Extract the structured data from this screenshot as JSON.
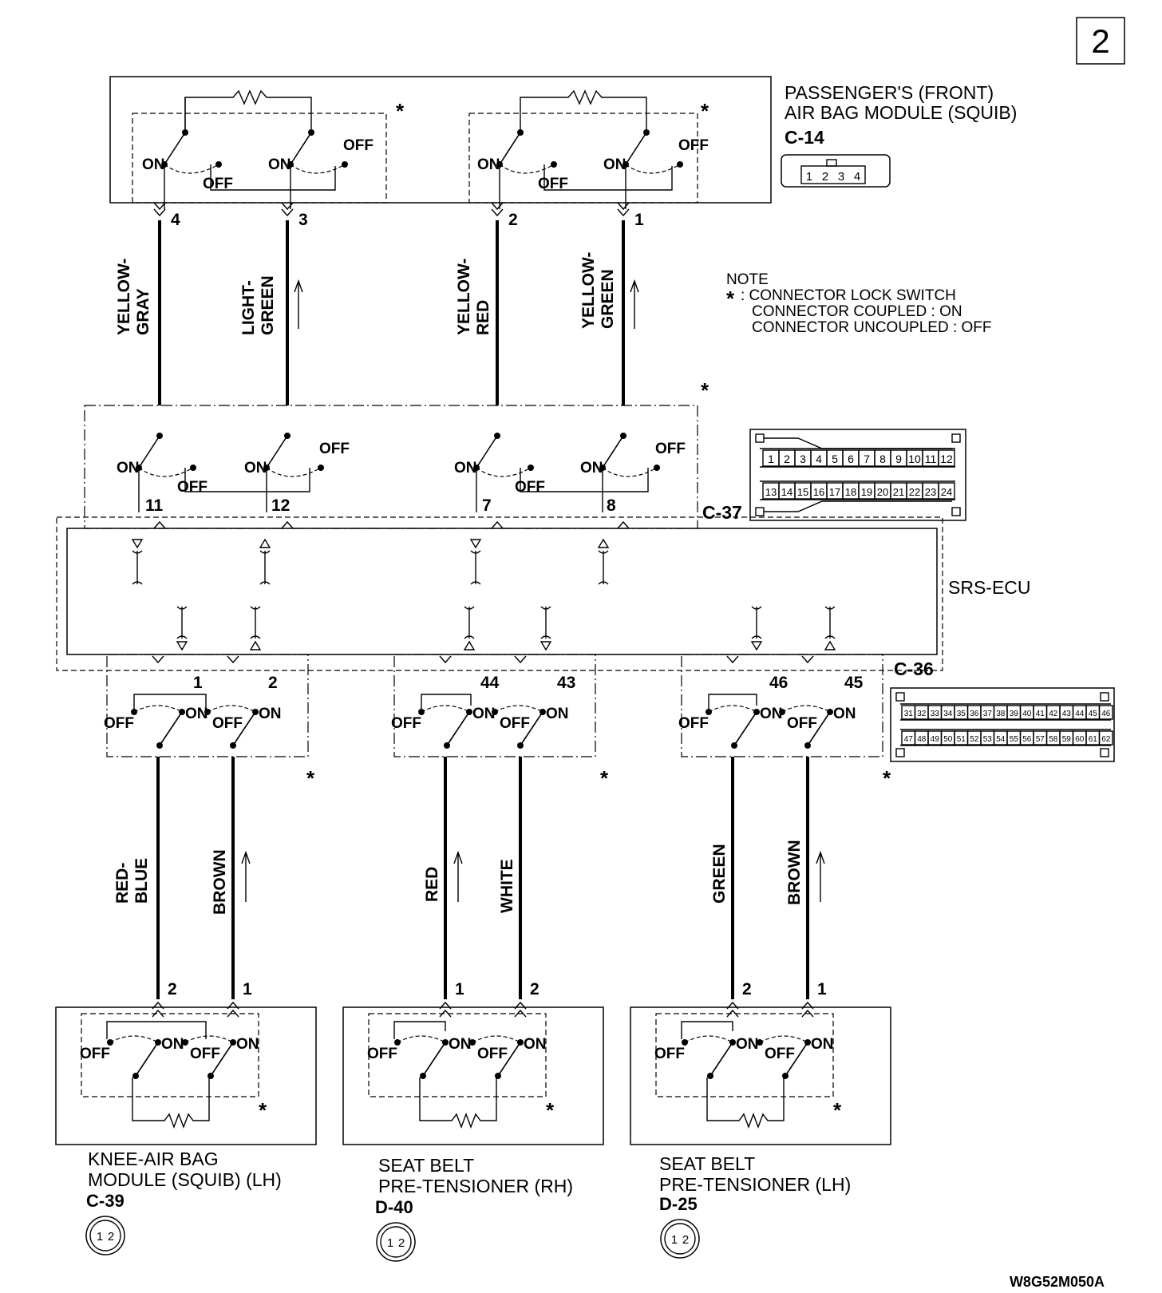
{
  "page_number": "2",
  "figure_code": "W8G52M050A",
  "note": {
    "title": "NOTE",
    "star": "*",
    "line1": ": CONNECTOR LOCK SWITCH",
    "line2": "CONNECTOR COUPLED : ON",
    "line3": "CONNECTOR UNCOUPLED : OFF"
  },
  "star": "*",
  "labels": {
    "on": "ON",
    "off": "OFF"
  },
  "passenger_module": {
    "name_line1": "PASSENGER'S (FRONT)",
    "name_line2": "AIR BAG MODULE (SQUIB)",
    "connector": "C-14",
    "pins": [
      "1",
      "2",
      "3",
      "4"
    ]
  },
  "upper_wires": [
    {
      "pin_top": "4",
      "pin_bottom": "11",
      "color1": "YELLOW-",
      "color2": "GRAY",
      "arrow": false
    },
    {
      "pin_top": "3",
      "pin_bottom": "12",
      "color1": "LIGHT-",
      "color2": "GREEN",
      "arrow": true
    },
    {
      "pin_top": "2",
      "pin_bottom": "7",
      "color1": "YELLOW-",
      "color2": "RED",
      "arrow": false
    },
    {
      "pin_top": "1",
      "pin_bottom": "8",
      "color1": "YELLOW-",
      "color2": "GREEN",
      "arrow": true
    }
  ],
  "ecu": {
    "name": "SRS-ECU",
    "connector_top": "C-37",
    "connector_bottom": "C-36",
    "c37_row1": [
      "1",
      "2",
      "3",
      "4",
      "5",
      "6",
      "7",
      "8",
      "9",
      "10",
      "11",
      "12"
    ],
    "c37_row2": [
      "13",
      "14",
      "15",
      "16",
      "17",
      "18",
      "19",
      "20",
      "21",
      "22",
      "23",
      "24"
    ],
    "c36_row1": [
      "31",
      "32",
      "33",
      "34",
      "35",
      "36",
      "37",
      "38",
      "39",
      "40",
      "41",
      "42",
      "43",
      "44",
      "45",
      "46"
    ],
    "c36_row2": [
      "47",
      "48",
      "49",
      "50",
      "51",
      "52",
      "53",
      "54",
      "55",
      "56",
      "57",
      "58",
      "59",
      "60",
      "61",
      "62"
    ]
  },
  "lower_wires": [
    {
      "pin_ecu": "1",
      "pin_dev": "2",
      "color1": "RED-",
      "color2": "BLUE",
      "arrow": false
    },
    {
      "pin_ecu": "2",
      "pin_dev": "1",
      "color1": "BROWN",
      "color2": "",
      "arrow": true
    },
    {
      "pin_ecu": "44",
      "pin_dev": "1",
      "color1": "RED",
      "color2": "",
      "arrow": true
    },
    {
      "pin_ecu": "43",
      "pin_dev": "2",
      "color1": "WHITE",
      "color2": "",
      "arrow": false
    },
    {
      "pin_ecu": "46",
      "pin_dev": "2",
      "color1": "GREEN",
      "color2": "",
      "arrow": false
    },
    {
      "pin_ecu": "45",
      "pin_dev": "1",
      "color1": "BROWN",
      "color2": "",
      "arrow": true
    }
  ],
  "devices": [
    {
      "line1": "KNEE-AIR BAG",
      "line2": "MODULE (SQUIB) (LH)",
      "connector": "C-39"
    },
    {
      "line1": "SEAT BELT",
      "line2": "PRE-TENSIONER (RH)",
      "connector": "D-40"
    },
    {
      "line1": "SEAT BELT",
      "line2": "PRE-TENSIONER (LH)",
      "connector": "D-25"
    }
  ],
  "device_connector_pins": [
    "1",
    "2"
  ]
}
